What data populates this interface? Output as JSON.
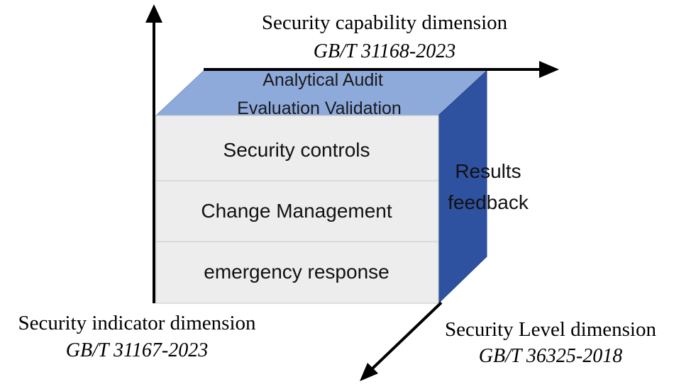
{
  "cube": {
    "top_line1": "Analytical Audit",
    "top_line2": "Evaluation Validation",
    "rows": [
      "Security controls",
      "Change Management",
      "emergency response"
    ],
    "side_line1": "Results",
    "side_line2": "feedback"
  },
  "axes": {
    "capability": {
      "title": "Security capability dimension",
      "standard": "GB/T 31168-2023"
    },
    "indicator": {
      "title": "Security indicator dimension",
      "standard": "GB/T 31167-2023"
    },
    "level": {
      "title": "Security Level dimension",
      "standard": "GB/T 36325-2018"
    }
  },
  "colors": {
    "top_face": "#8eaadb",
    "side_face": "#2f52a0",
    "front_face": "#ededed",
    "front_border": "#c8c8c8",
    "axis": "#000000"
  }
}
